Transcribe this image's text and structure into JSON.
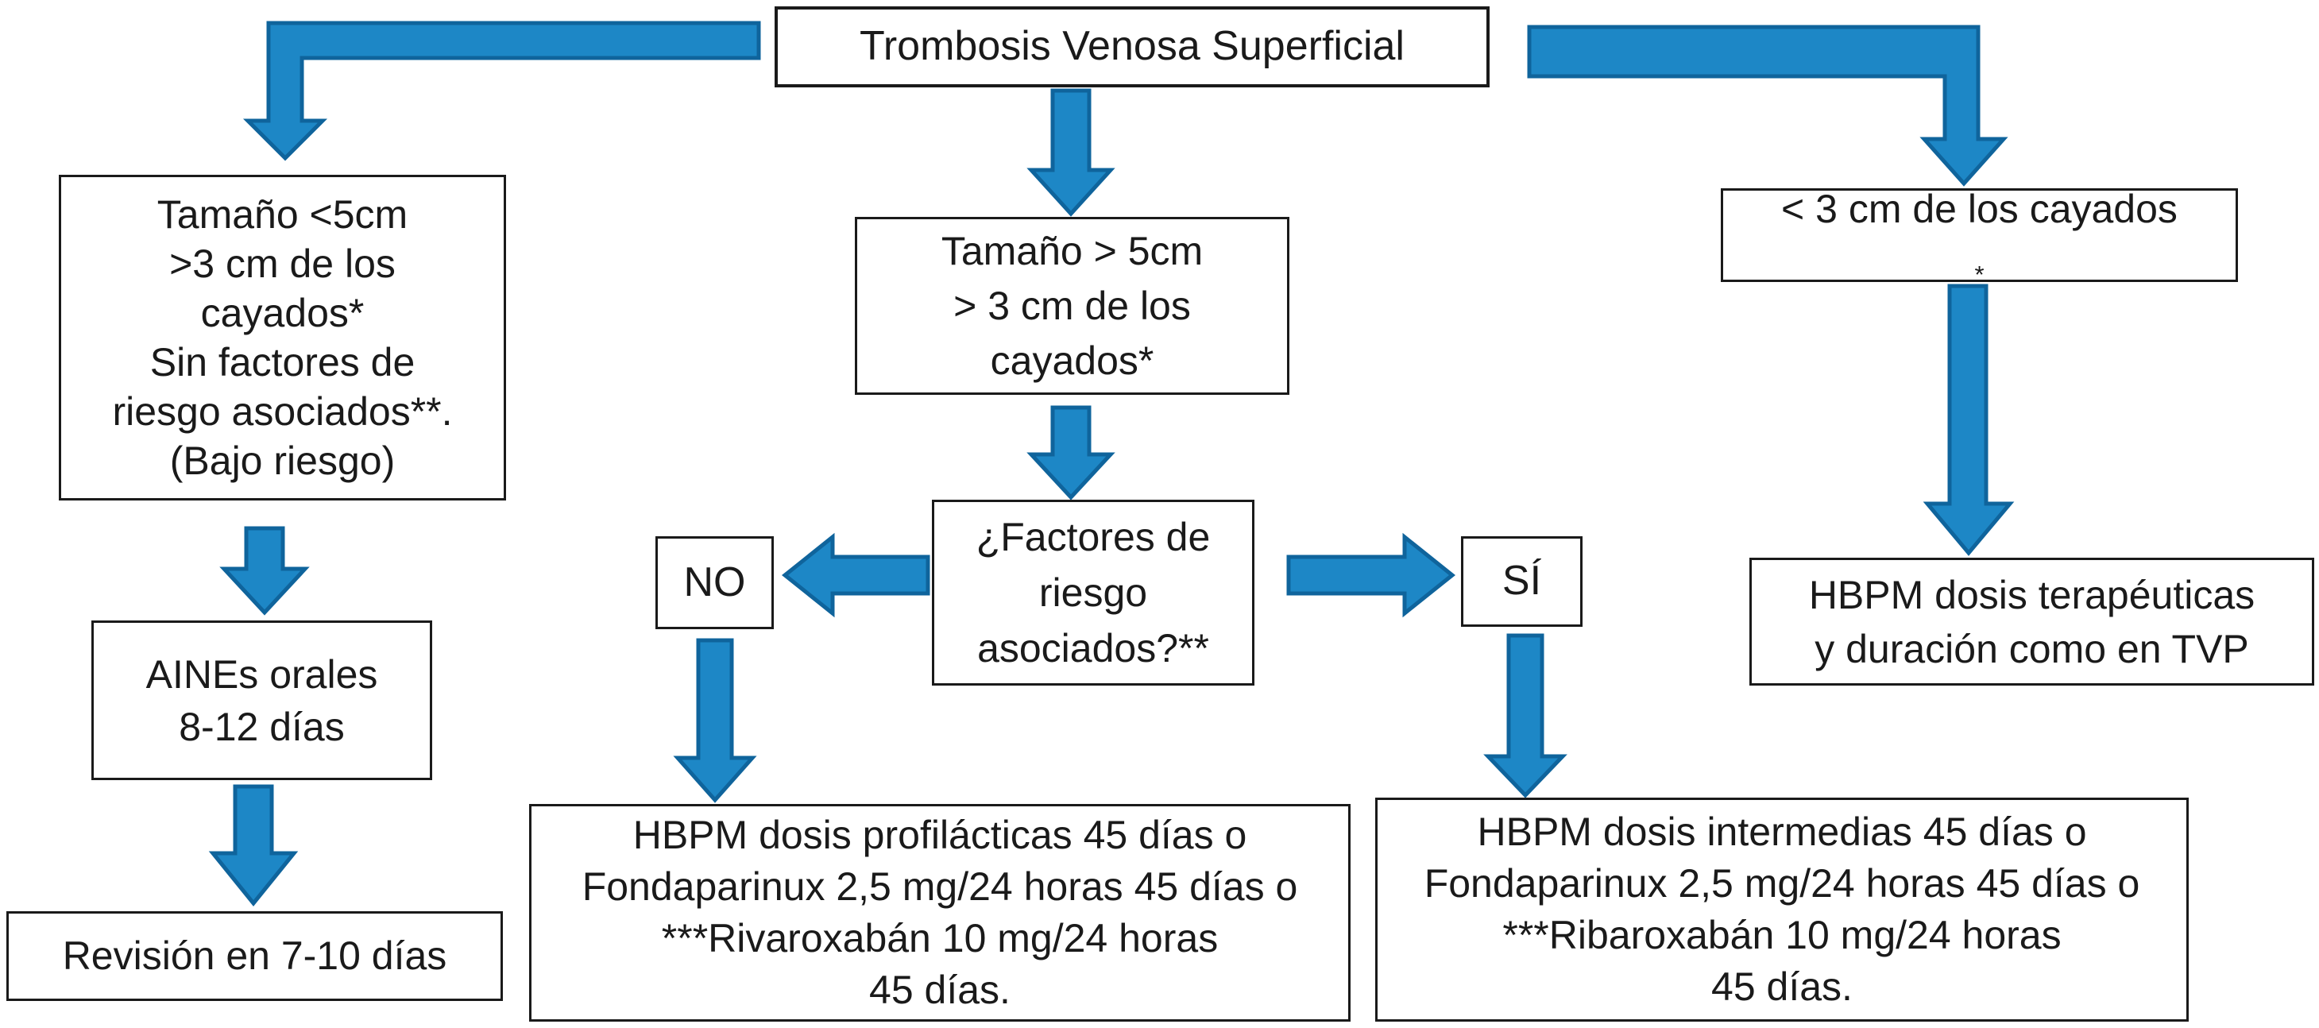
{
  "nodes": {
    "title": {
      "label": "Trombosis Venosa Superficial"
    },
    "low_risk": {
      "lines": [
        "Tamaño <5cm",
        ">3 cm de los",
        "cayados*",
        "Sin factores de",
        "riesgo asociados**.",
        "(Bajo riesgo)"
      ]
    },
    "size_gt5": {
      "lines": [
        "Tamaño > 5cm",
        "> 3 cm de los",
        "cayados*"
      ]
    },
    "lt3cm": {
      "text": "< 3 cm de los cayados",
      "subscript": "*"
    },
    "risk_question": {
      "lines": [
        "¿Factores de",
        "riesgo",
        "asociados?**"
      ]
    },
    "no": {
      "label": "NO"
    },
    "si": {
      "label": "SÍ"
    },
    "aines": {
      "lines": [
        "AINEs orales",
        "8-12 días"
      ]
    },
    "revision": {
      "label": "Revisión en 7-10 días"
    },
    "hbpm_therapeutic": {
      "lines": [
        "HBPM dosis terapéuticas",
        "y duración como en TVP"
      ]
    },
    "hbpm_prophylactic": {
      "lines": [
        "HBPM dosis profilácticas 45 días o",
        "Fondaparinux 2,5 mg/24 horas 45 días o",
        "***Rivaroxabán 10 mg/24 horas",
        "45 días."
      ]
    },
    "hbpm_intermediate": {
      "lines": [
        "HBPM dosis intermedias 45 días o",
        "Fondaparinux 2,5 mg/24 horas 45 días o",
        "***Ribaroxabán 10 mg/24 horas",
        "45 días."
      ]
    }
  },
  "colors": {
    "arrow_fill": "#1d87c6",
    "arrow_stroke": "#0f649c",
    "box_border": "#1a1a1a",
    "text": "#1a1a1a",
    "background": "#ffffff"
  }
}
